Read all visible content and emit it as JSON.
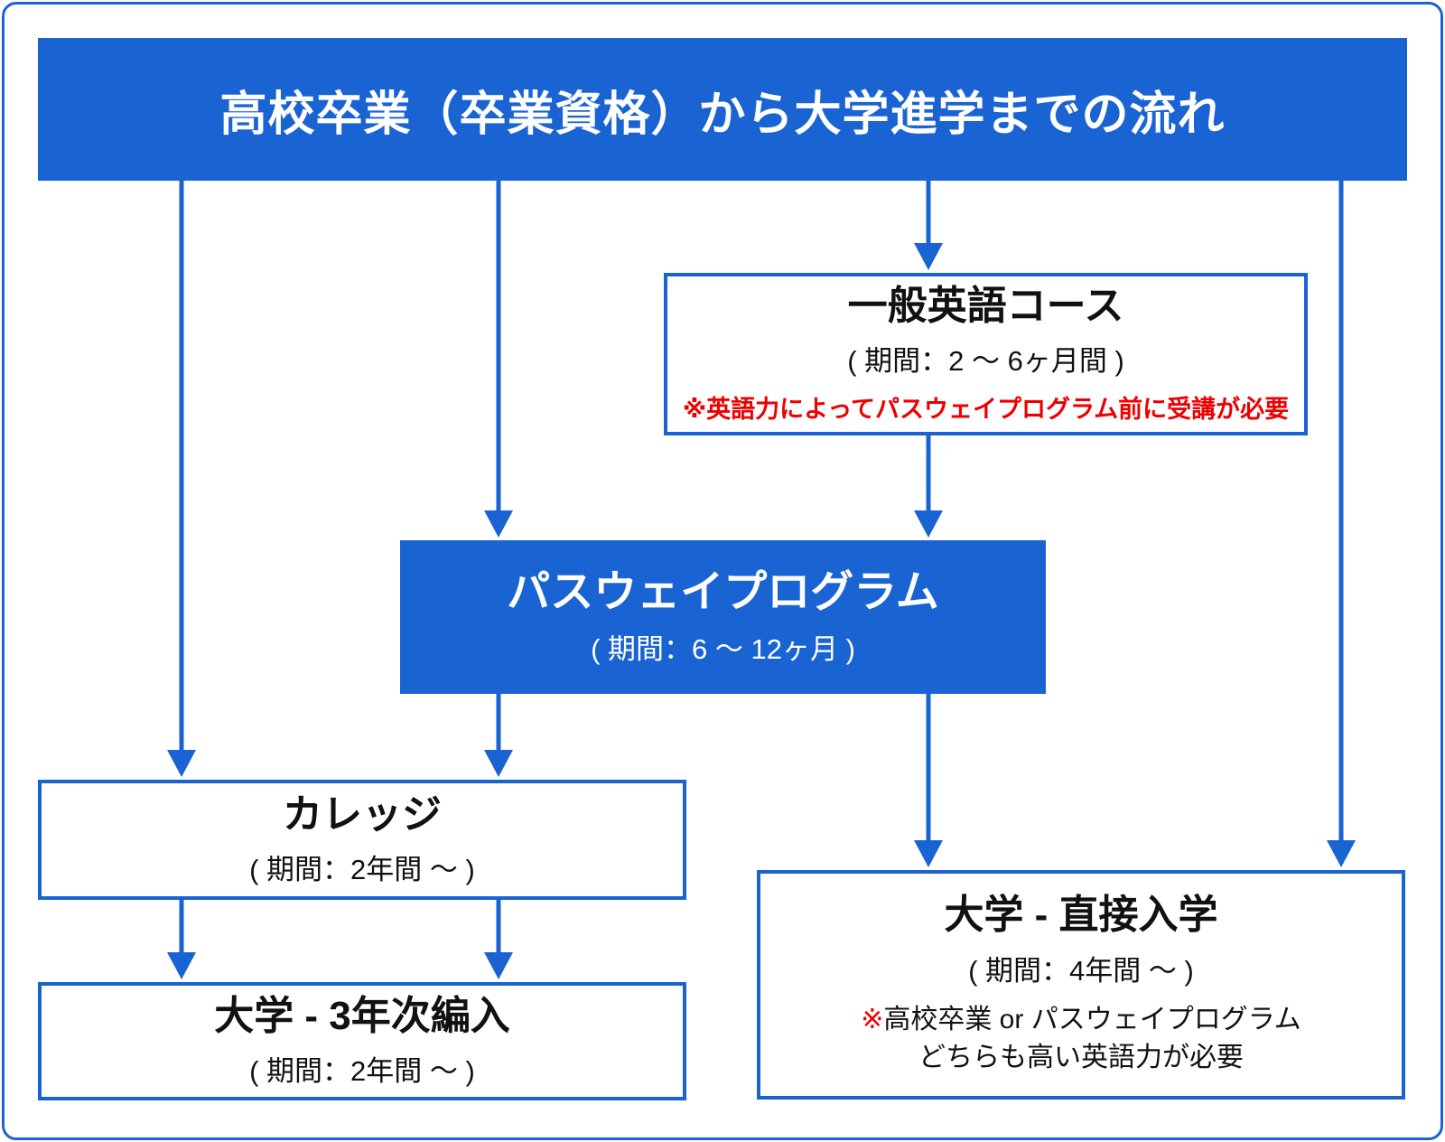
{
  "colors": {
    "blue": "#1a63d2",
    "red": "#ee0000",
    "text": "#111111",
    "background": "#ffffff"
  },
  "header": {
    "title": "高校卒業（卒業資格）から大学進学までの流れ"
  },
  "boxes": {
    "general_english": {
      "title": "一般英語コース",
      "duration": "( 期間：2 〜 6ヶ月間 )",
      "note": "※英語力によってパスウェイプログラム前に受講が必要"
    },
    "pathway": {
      "title": "パスウェイプログラム",
      "duration": "( 期間：6 〜 12ヶ月 )"
    },
    "college": {
      "title": "カレッジ",
      "duration": "( 期間：2年間 〜 )"
    },
    "university_transfer": {
      "title": "大学 - 3年次編入",
      "duration": "( 期間：2年間 〜 )"
    },
    "university_direct": {
      "title": "大学 - 直接入学",
      "duration": "( 期間：4年間 〜 )",
      "note_mark": "※",
      "note_line1": "高校卒業 or パスウェイプログラム",
      "note_line2": "どちらも高い英語力が必要"
    }
  }
}
